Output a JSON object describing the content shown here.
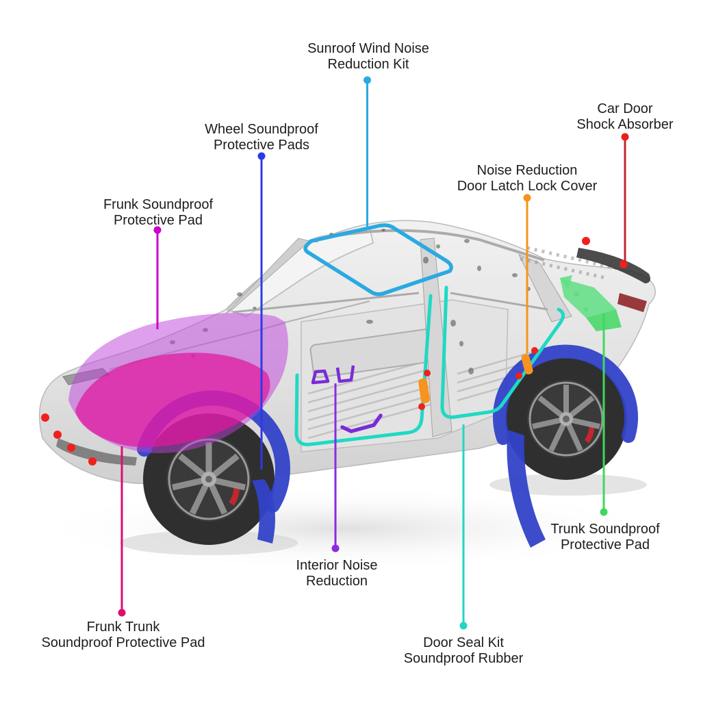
{
  "title": "Car soundproofing products callout diagram",
  "palette": {
    "sunroof_cyan": "#29ABE2",
    "car_door_red": "#C1272D",
    "wheel_blue": "#2B3BE6",
    "latch_orange": "#F7931E",
    "frunk_magenta": "#CC00CC",
    "trunk_green": "#3ED95C",
    "interior_purple": "#8A2BE2",
    "frunk_trunk_crimson": "#DC0D6E",
    "door_seal_teal": "#22D6C3",
    "shock_dot_red": "#F0201C",
    "text": "#1C1C1C"
  },
  "callouts": {
    "sunroof": {
      "line1": "Sunroof Wind Noise",
      "line2": "Reduction Kit",
      "color": "#29ABE2"
    },
    "car_door": {
      "line1": "Car Door",
      "line2": "Shock Absorber",
      "color": "#C1272D"
    },
    "wheel": {
      "line1": "Wheel Soundproof",
      "line2": "Protective Pads",
      "color": "#2B3BE6"
    },
    "door_latch": {
      "line1": "Noise Reduction",
      "line2": "Door Latch Lock Cover",
      "color": "#F7931E"
    },
    "frunk": {
      "line1": "Frunk Soundproof",
      "line2": "Protective Pad",
      "color": "#CC00CC"
    },
    "trunk": {
      "line1": "Trunk Soundproof",
      "line2": "Protective Pad",
      "color": "#3ED95C"
    },
    "interior": {
      "line1": "Interior Noise",
      "line2": "Reduction",
      "color": "#8A2BE2"
    },
    "frunk_trunk": {
      "line1": "Frunk Trunk",
      "line2": "Soundproof Protective Pad",
      "color": "#DC0D6E"
    },
    "door_seal": {
      "line1": "Door Seal Kit",
      "line2": "Soundproof Rubber",
      "color": "#22D6C3"
    }
  }
}
